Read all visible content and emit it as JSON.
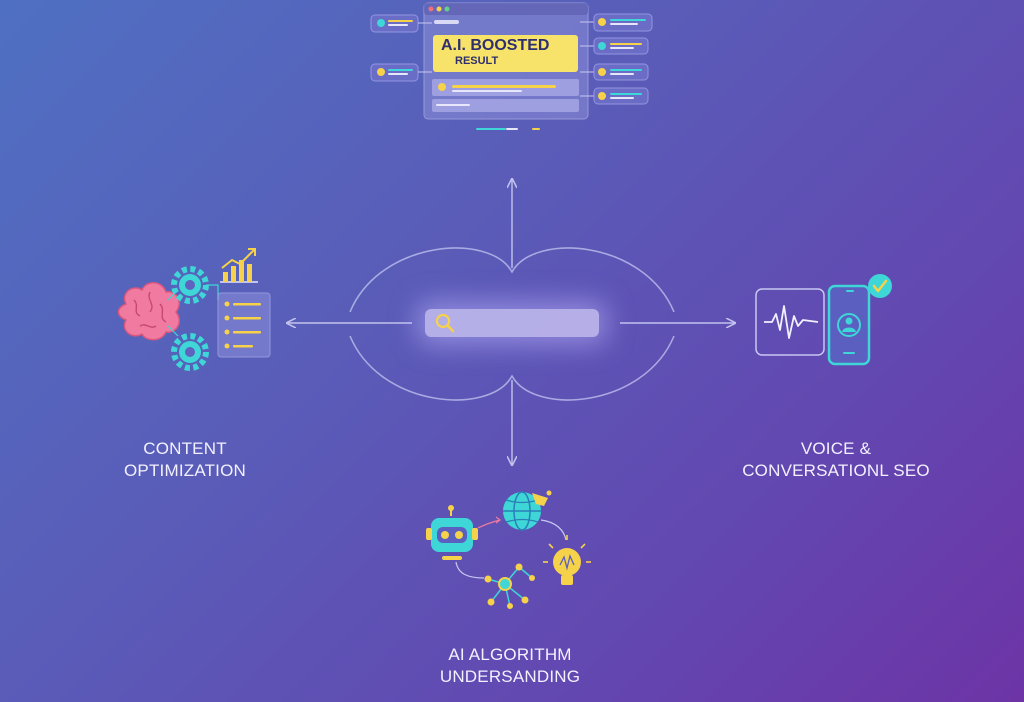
{
  "diagram": {
    "center": {
      "search_icon": "search-icon"
    },
    "top": {
      "result_title_line1": "A.I. BOOSTED",
      "result_title_line2": "RESULT"
    },
    "left": {
      "label_line1": "CONTENT",
      "label_line2": "OPTIMIZATION",
      "icons": [
        "brain-icon",
        "gear-icon",
        "chart-icon",
        "checklist-icon"
      ]
    },
    "right": {
      "label_line1": "VOICE &",
      "label_line2": "CONVERSATIONL SEO",
      "icons": [
        "waveform-icon",
        "smartphone-icon",
        "checkmark-badge-icon"
      ]
    },
    "bottom": {
      "label_line1": "AI ALGORITHM",
      "label_line2": "UNDERSANDING",
      "icons": [
        "robot-icon",
        "globe-icon",
        "network-icon",
        "lightbulb-icon"
      ]
    },
    "colors": {
      "background_start": "#4f70c2",
      "background_end": "#6d34a6",
      "accent_yellow": "#f7e36a",
      "accent_cyan": "#3ed6d6",
      "accent_pink": "#f07aa0",
      "line": "#b7b8ea"
    }
  }
}
